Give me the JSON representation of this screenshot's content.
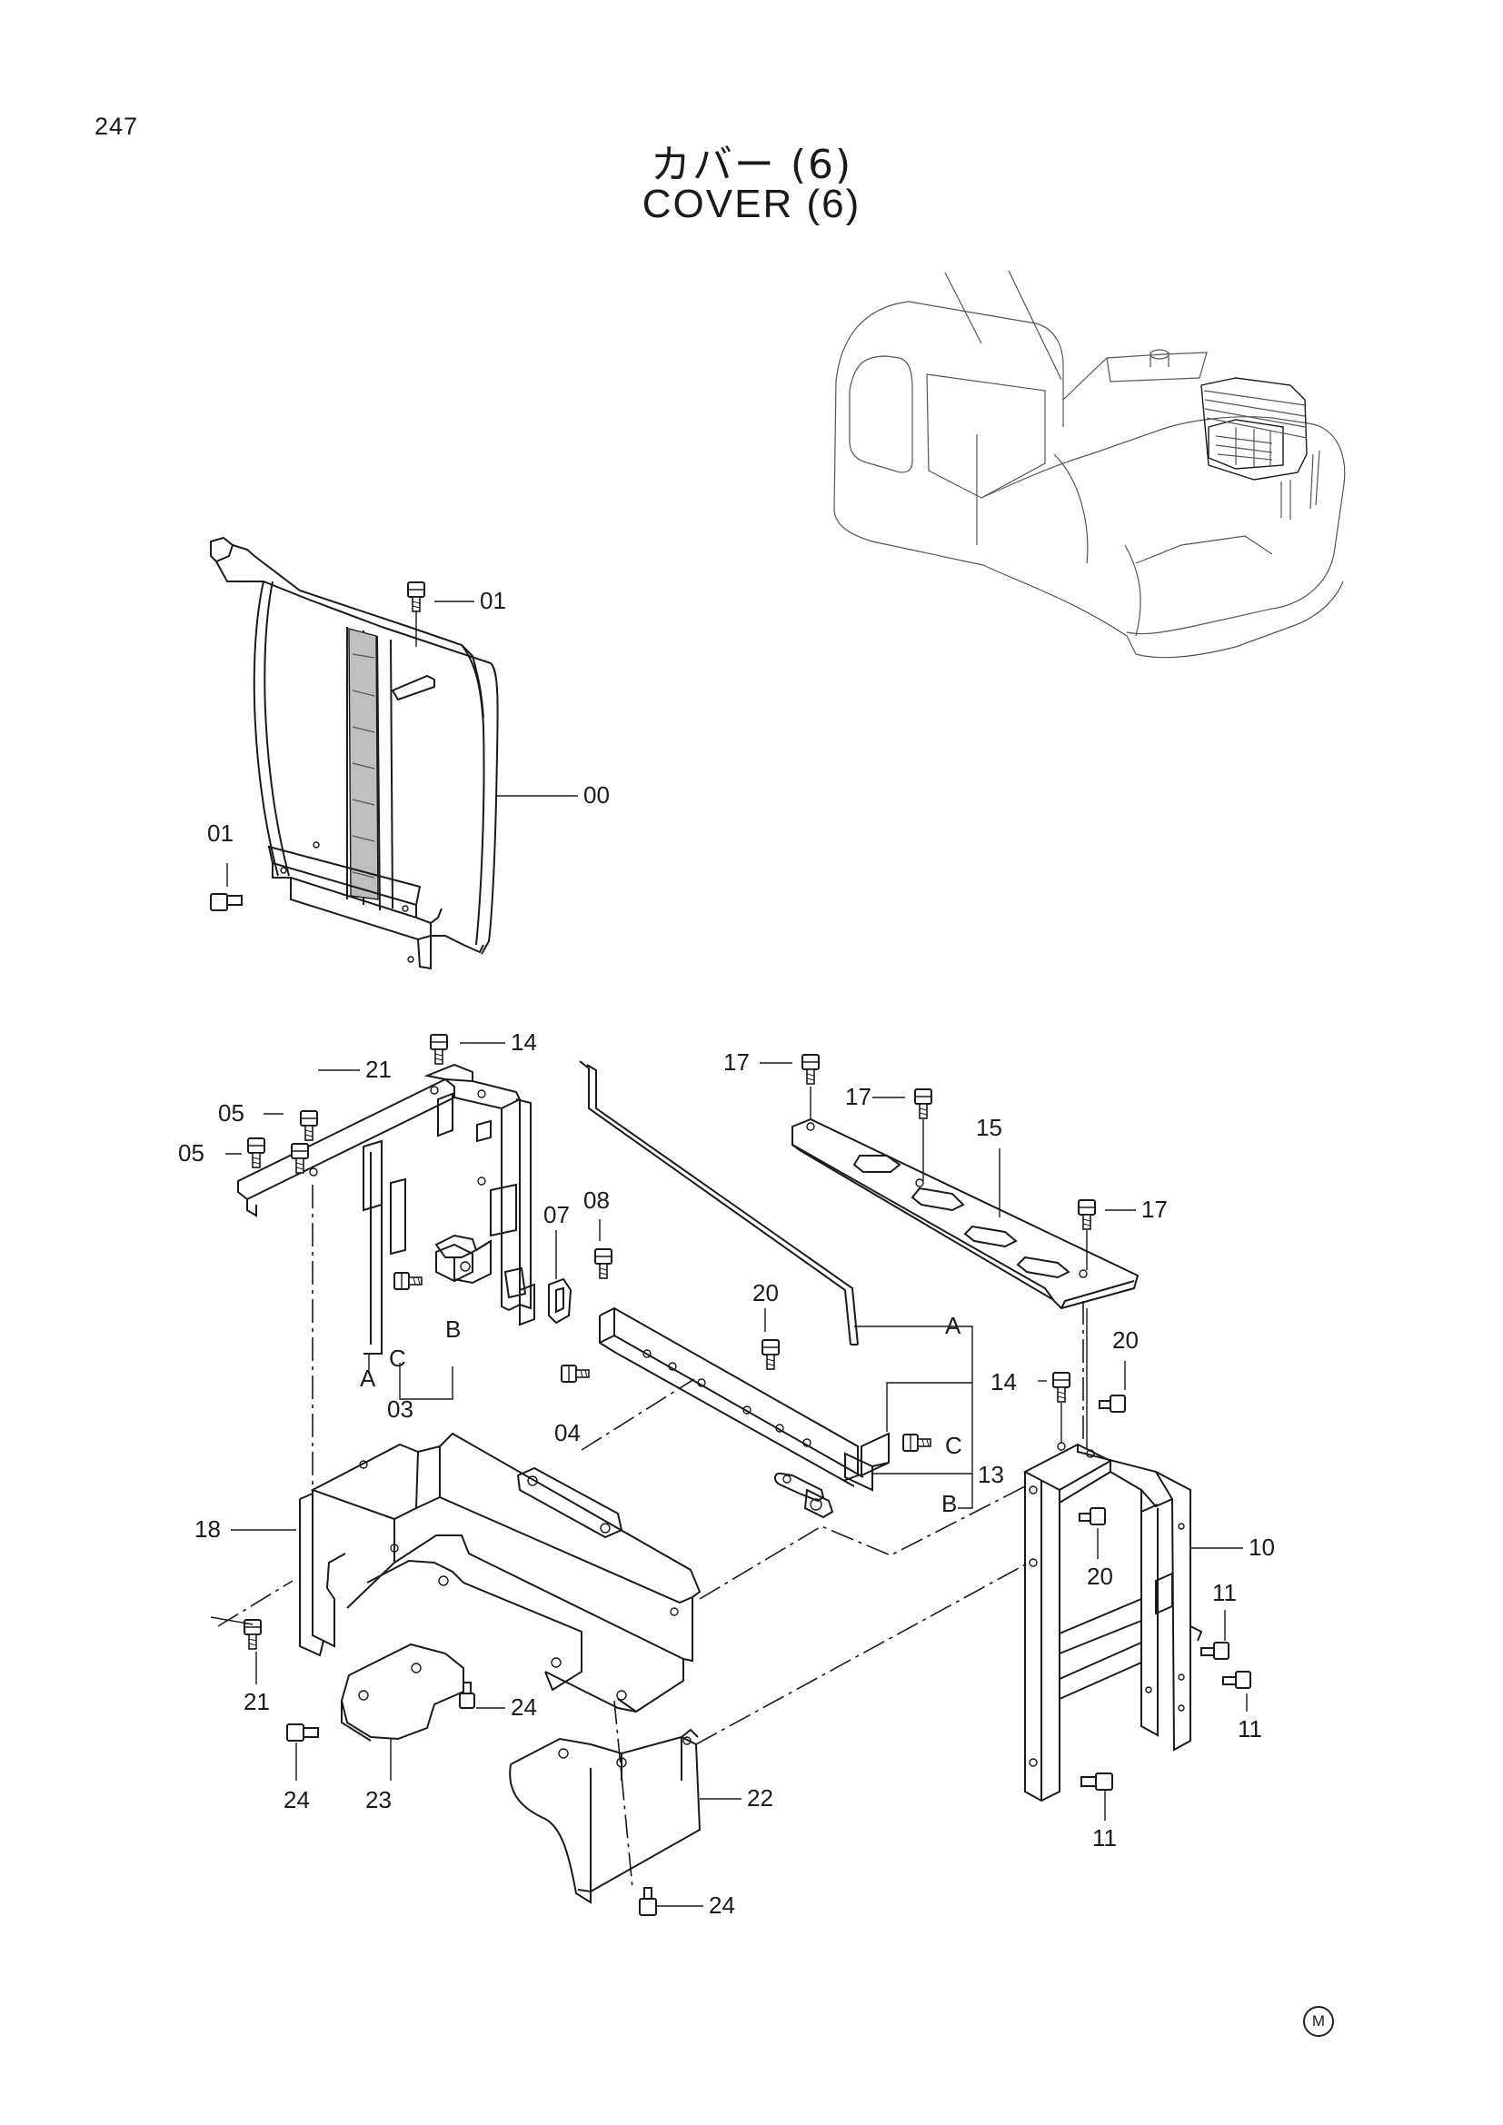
{
  "page": {
    "number": "247",
    "title_jp": "カバー (6)",
    "title_en": "COVER (6)",
    "mark": "M"
  },
  "callouts": {
    "c00": "00",
    "c01a": "01",
    "c01b": "01",
    "c03": "03",
    "c03_A": "A",
    "c03_B": "B",
    "c03_C": "C",
    "c04": "04",
    "c05a": "05",
    "c05b": "05",
    "c07": "07",
    "c08": "08",
    "c10": "10",
    "c11a": "11",
    "c11b": "11",
    "c11c": "11",
    "c13": "13",
    "c13_A": "A",
    "c13_B": "B",
    "c13_C": "C",
    "c14a": "14",
    "c14b": "14",
    "c15": "15",
    "c17a": "17",
    "c17b": "17",
    "c17c": "17",
    "c18": "18",
    "c20a": "20",
    "c20b": "20",
    "c20c": "20",
    "c21a": "21",
    "c21b": "21",
    "c22": "22",
    "c23": "23",
    "c24a": "24",
    "c24b": "24",
    "c24c": "24"
  }
}
